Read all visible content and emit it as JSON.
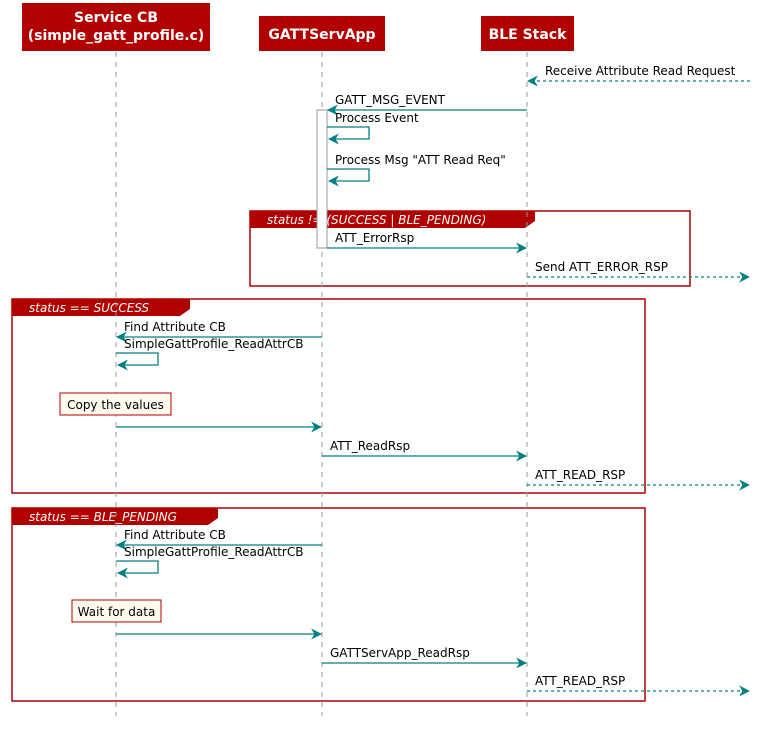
{
  "participants": [
    {
      "id": "service_cb",
      "lines": [
        "Service CB",
        "(simple_gatt_profile.c)"
      ]
    },
    {
      "id": "gattservapp",
      "lines": [
        "GATTServApp"
      ]
    },
    {
      "id": "ble_stack",
      "lines": [
        "BLE Stack"
      ]
    }
  ],
  "colors": {
    "header_fill": "#b00000",
    "frame_border": "#b00000",
    "arrow": "#008080",
    "lifeline": "#999999",
    "note_fill": "#fffaee",
    "note_border": "#b00000"
  },
  "frames": [
    {
      "label": "status != (SUCCESS | BLE_PENDING)"
    },
    {
      "label": "status == SUCCESS"
    },
    {
      "label": "status == BLE_PENDING"
    }
  ],
  "messages": [
    {
      "label": "Receive Attribute Read Request",
      "from": "right_edge",
      "to": "ble_stack",
      "style": "dashed"
    },
    {
      "label": "GATT_MSG_EVENT",
      "from": "ble_stack",
      "to": "gattservapp",
      "style": "solid"
    },
    {
      "label": "Process Event",
      "from": "gattservapp",
      "to": "gattservapp",
      "style": "self"
    },
    {
      "label": "Process Msg \"ATT Read Req\"",
      "from": "gattservapp",
      "to": "gattservapp",
      "style": "self"
    },
    {
      "label": "ATT_ErrorRsp",
      "from": "gattservapp",
      "to": "ble_stack",
      "style": "solid"
    },
    {
      "label": "Send ATT_ERROR_RSP",
      "from": "ble_stack",
      "to": "right_edge",
      "style": "dashed"
    },
    {
      "label": "Find Attribute CB",
      "from": "gattservapp",
      "to": "service_cb",
      "style": "solid"
    },
    {
      "label": "SimpleGattProfile_ReadAttrCB",
      "from": "service_cb",
      "to": "service_cb",
      "style": "self"
    },
    {
      "label": "",
      "from": "service_cb",
      "to": "gattservapp",
      "style": "solid"
    },
    {
      "label": "ATT_ReadRsp",
      "from": "gattservapp",
      "to": "ble_stack",
      "style": "solid"
    },
    {
      "label": "ATT_READ_RSP",
      "from": "ble_stack",
      "to": "right_edge",
      "style": "dashed"
    },
    {
      "label": "Find Attribute CB",
      "from": "gattservapp",
      "to": "service_cb",
      "style": "solid"
    },
    {
      "label": "SimpleGattProfile_ReadAttrCB",
      "from": "service_cb",
      "to": "service_cb",
      "style": "self"
    },
    {
      "label": "",
      "from": "service_cb",
      "to": "gattservapp",
      "style": "solid"
    },
    {
      "label": "GATTServApp_ReadRsp",
      "from": "gattservapp",
      "to": "ble_stack",
      "style": "solid"
    },
    {
      "label": "ATT_READ_RSP",
      "from": "ble_stack",
      "to": "right_edge",
      "style": "dashed"
    }
  ],
  "notes": [
    {
      "label": "Copy the values",
      "on": "service_cb"
    },
    {
      "label": "Wait for data",
      "on": "service_cb"
    }
  ]
}
